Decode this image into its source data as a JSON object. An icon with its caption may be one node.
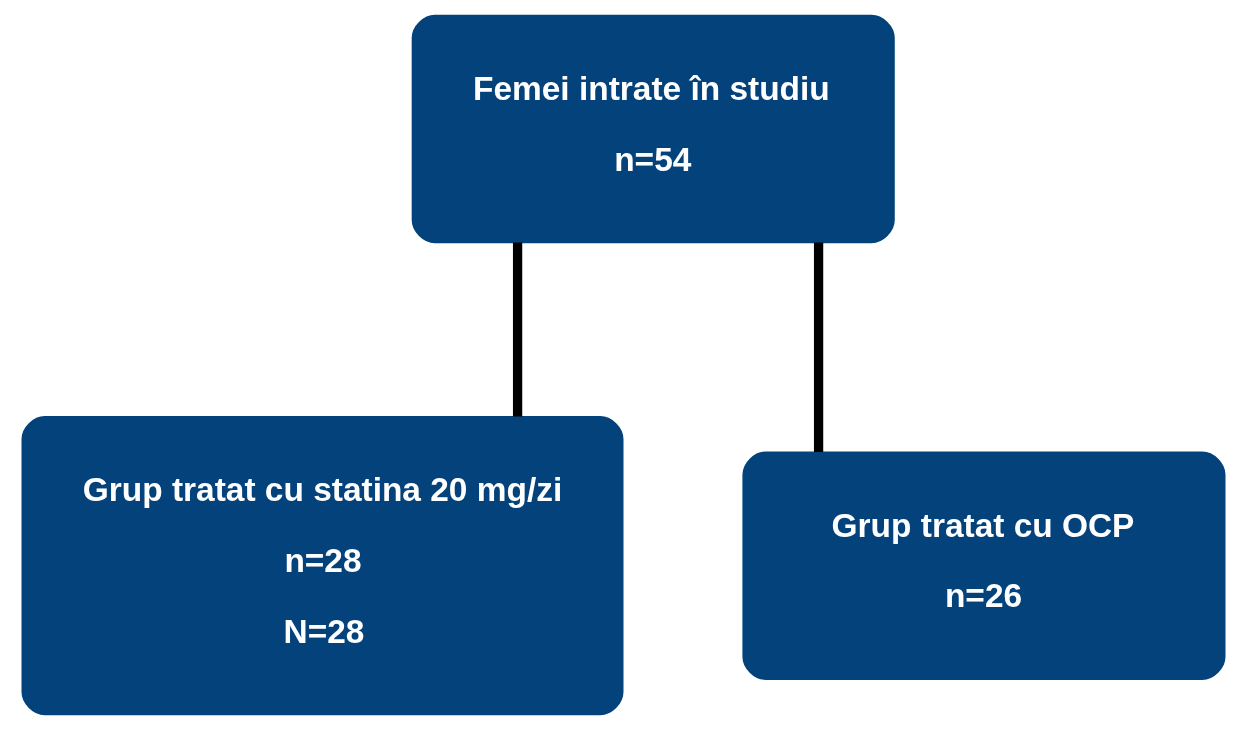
{
  "diagram": {
    "nodes": [
      {
        "text": [
          "Femei intrate în studiu",
          "n=54"
        ]
      },
      {
        "text": [
          "Grup tratat cu statina 20 mg/zi",
          "n=28",
          "N=28"
        ]
      },
      {
        "text": [
          "Grup tratat cu OCP",
          "n=26"
        ]
      }
    ],
    "edges": [
      {
        "from": 0,
        "to": 1,
        "arrow": "none"
      },
      {
        "from": 0,
        "to": 2,
        "arrow": "none"
      }
    ]
  }
}
